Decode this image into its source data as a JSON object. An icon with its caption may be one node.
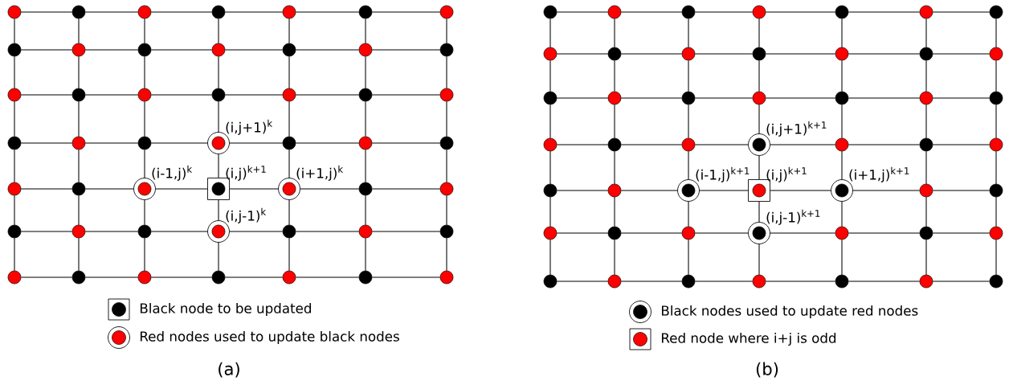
{
  "diagram": {
    "nodes": [
      {
        "text": [],
        "shape": "circle"
      },
      {
        "text": [],
        "shape": "circle"
      },
      {
        "text": [],
        "shape": "circle"
      },
      {
        "text": [],
        "shape": "circle"
      },
      {
        "text": [],
        "shape": "circle"
      },
      {
        "text": [],
        "shape": "circle"
      },
      {
        "text": [],
        "shape": "circle"
      },
      {
        "text": [],
        "shape": "circle"
      },
      {
        "text": [],
        "shape": "circle"
      },
      {
        "text": [],
        "shape": "circle"
      },
      {
        "text": [],
        "shape": "circle"
      },
      {
        "text": [],
        "shape": "circle"
      },
      {
        "text": [],
        "shape": "circle"
      },
      {
        "text": [],
        "shape": "circle"
      },
      {
        "text": [],
        "shape": "circle"
      },
      {
        "text": [],
        "shape": "circle"
      },
      {
        "text": [],
        "shape": "circle"
      },
      {
        "text": [],
        "shape": "circle"
      },
      {
        "text": [],
        "shape": "circle"
      },
      {
        "text": [],
        "shape": "circle"
      },
      {
        "text": [],
        "shape": "circle"
      },
      {
        "text": [],
        "shape": "circle"
      },
      {
        "text": [],
        "shape": "circle"
      },
      {
        "text": [],
        "shape": "circle"
      },
      {
        "text": [],
        "shape": "circle",
        "beside": [
          "(i,j+1)$^{k}$"
        ]
      },
      {
        "text": [],
        "shape": "circle"
      },
      {
        "text": [],
        "shape": "circle"
      },
      {
        "text": [],
        "shape": "circle"
      },
      {
        "text": [],
        "shape": "circle"
      },
      {
        "text": [],
        "shape": "circle"
      },
      {
        "text": [],
        "shape": "circle",
        "beside": [
          "(i-1,j)$^{k}$"
        ]
      },
      {
        "text": [],
        "shape": "box",
        "beside": [
          "(i,j)$^{k+1}$"
        ]
      },
      {
        "text": [],
        "shape": "circle",
        "beside": [
          "(i+1,j)$^{k}$"
        ]
      },
      {
        "text": [],
        "shape": "circle"
      },
      {
        "text": [],
        "shape": "circle"
      },
      {
        "text": [],
        "shape": "circle"
      },
      {
        "text": [],
        "shape": "circle"
      },
      {
        "text": [],
        "shape": "circle"
      },
      {
        "text": [],
        "shape": "circle",
        "beside": [
          "(i,j-1)$^{k}$"
        ]
      },
      {
        "text": [],
        "shape": "circle"
      },
      {
        "text": [],
        "shape": "circle"
      },
      {
        "text": [],
        "shape": "circle"
      },
      {
        "text": [],
        "shape": "circle"
      },
      {
        "text": [],
        "shape": "circle"
      },
      {
        "text": [],
        "shape": "circle"
      },
      {
        "text": [],
        "shape": "circle"
      },
      {
        "text": [],
        "shape": "circle"
      },
      {
        "text": [],
        "shape": "circle"
      },
      {
        "text": [],
        "shape": "circle"
      },
      {
        "text": [],
        "shape": "circle"
      },
      {
        "text": [],
        "shape": "circle"
      },
      {
        "text": [],
        "shape": "circle"
      },
      {
        "text": [],
        "shape": "circle"
      },
      {
        "text": [],
        "shape": "circle"
      },
      {
        "text": [],
        "shape": "circle"
      },
      {
        "text": [],
        "shape": "circle"
      },
      {
        "text": [],
        "shape": "circle"
      },
      {
        "text": [],
        "shape": "circle"
      },
      {
        "text": [],
        "shape": "circle"
      },
      {
        "text": [],
        "shape": "circle"
      },
      {
        "text": [],
        "shape": "circle"
      },
      {
        "text": [],
        "shape": "circle"
      },
      {
        "text": [],
        "shape": "circle"
      },
      {
        "text": [],
        "shape": "circle"
      },
      {
        "text": [],
        "shape": "circle"
      },
      {
        "text": [],
        "shape": "circle"
      },
      {
        "text": [],
        "shape": "circle"
      },
      {
        "text": [],
        "shape": "circle"
      },
      {
        "text": [],
        "shape": "circle"
      },
      {
        "text": [],
        "shape": "circle"
      },
      {
        "text": [],
        "shape": "circle"
      },
      {
        "text": [],
        "shape": "circle"
      },
      {
        "text": [],
        "shape": "circle"
      },
      {
        "text": [],
        "shape": "circle",
        "beside": [
          "(i,j+1)$^{k+1}$"
        ]
      },
      {
        "text": [],
        "shape": "circle"
      },
      {
        "text": [],
        "shape": "circle"
      },
      {
        "text": [],
        "shape": "circle"
      },
      {
        "text": [],
        "shape": "circle"
      },
      {
        "text": [],
        "shape": "circle"
      },
      {
        "text": [],
        "shape": "circle",
        "beside": [
          "(i-1,j)$^{k+1}$"
        ]
      },
      {
        "text": [],
        "shape": "box",
        "beside": [
          "(i,j)$^{k+1}$"
        ]
      },
      {
        "text": [],
        "shape": "circle",
        "beside": [
          "(i+1,j)$^{k+1}$"
        ]
      },
      {
        "text": [],
        "shape": "circle"
      },
      {
        "text": [],
        "shape": "circle"
      },
      {
        "text": [],
        "shape": "circle"
      },
      {
        "text": [],
        "shape": "circle"
      },
      {
        "text": [],
        "shape": "circle"
      },
      {
        "text": [],
        "shape": "circle",
        "beside": [
          "(i,j-1)$^{k+1}$"
        ]
      },
      {
        "text": [],
        "shape": "circle"
      },
      {
        "text": [],
        "shape": "circle"
      },
      {
        "text": [],
        "shape": "circle"
      },
      {
        "text": [],
        "shape": "circle"
      },
      {
        "text": [],
        "shape": "circle"
      },
      {
        "text": [],
        "shape": "circle"
      },
      {
        "text": [],
        "shape": "circle"
      },
      {
        "text": [],
        "shape": "circle"
      },
      {
        "text": [],
        "shape": "circle"
      },
      {
        "text": [],
        "shape": "circle"
      }
    ],
    "edges": [
      {
        "from": 0,
        "to": 1,
        "arrow": "none"
      },
      {
        "from": 1,
        "to": 2,
        "arrow": "none"
      },
      {
        "from": 2,
        "to": 3,
        "arrow": "none"
      },
      {
        "from": 3,
        "to": 4,
        "arrow": "none"
      },
      {
        "from": 4,
        "to": 5,
        "arrow": "none"
      },
      {
        "from": 5,
        "to": 6,
        "arrow": "none"
      },
      {
        "from": 7,
        "to": 8,
        "arrow": "none"
      },
      {
        "from": 8,
        "to": 9,
        "arrow": "none"
      },
      {
        "from": 9,
        "to": 10,
        "arrow": "none"
      },
      {
        "from": 10,
        "to": 11,
        "arrow": "none"
      },
      {
        "from": 11,
        "to": 12,
        "arrow": "none"
      },
      {
        "from": 12,
        "to": 13,
        "arrow": "none"
      },
      {
        "from": 14,
        "to": 15,
        "arrow": "none"
      },
      {
        "from": 15,
        "to": 16,
        "arrow": "none"
      },
      {
        "from": 16,
        "to": 17,
        "arrow": "none"
      },
      {
        "from": 17,
        "to": 18,
        "arrow": "none"
      },
      {
        "from": 18,
        "to": 19,
        "arrow": "none"
      },
      {
        "from": 19,
        "to": 20,
        "arrow": "none"
      },
      {
        "from": 21,
        "to": 22,
        "arrow": "none"
      },
      {
        "from": 22,
        "to": 23,
        "arrow": "none"
      },
      {
        "from": 23,
        "to": 24,
        "arrow": "none"
      },
      {
        "from": 24,
        "to": 25,
        "arrow": "none"
      },
      {
        "from": 25,
        "to": 26,
        "arrow": "none"
      },
      {
        "from": 26,
        "to": 27,
        "arrow": "none"
      },
      {
        "from": 28,
        "to": 29,
        "arrow": "none"
      },
      {
        "from": 29,
        "to": 30,
        "arrow": "none"
      },
      {
        "from": 30,
        "to": 31,
        "arrow": "none"
      },
      {
        "from": 31,
        "to": 32,
        "arrow": "none"
      },
      {
        "from": 32,
        "to": 33,
        "arrow": "none"
      },
      {
        "from": 33,
        "to": 34,
        "arrow": "none"
      },
      {
        "from": 35,
        "to": 36,
        "arrow": "none"
      },
      {
        "from": 36,
        "to": 37,
        "arrow": "none"
      },
      {
        "from": 37,
        "to": 38,
        "arrow": "none"
      },
      {
        "from": 38,
        "to": 39,
        "arrow": "none"
      },
      {
        "from": 39,
        "to": 40,
        "arrow": "none"
      },
      {
        "from": 40,
        "to": 41,
        "arrow": "none"
      },
      {
        "from": 42,
        "to": 43,
        "arrow": "none"
      },
      {
        "from": 43,
        "to": 44,
        "arrow": "none"
      },
      {
        "from": 44,
        "to": 45,
        "arrow": "none"
      },
      {
        "from": 45,
        "to": 46,
        "arrow": "none"
      },
      {
        "from": 46,
        "to": 47,
        "arrow": "none"
      },
      {
        "from": 47,
        "to": 48,
        "arrow": "none"
      },
      {
        "from": 0,
        "to": 7,
        "arrow": "none"
      },
      {
        "from": 1,
        "to": 8,
        "arrow": "none"
      },
      {
        "from": 2,
        "to": 9,
        "arrow": "none"
      },
      {
        "from": 3,
        "to": 10,
        "arrow": "none"
      },
      {
        "from": 4,
        "to": 11,
        "arrow": "none"
      },
      {
        "from": 5,
        "to": 12,
        "arrow": "none"
      },
      {
        "from": 6,
        "to": 13,
        "arrow": "none"
      },
      {
        "from": 7,
        "to": 14,
        "arrow": "none"
      },
      {
        "from": 8,
        "to": 15,
        "arrow": "none"
      },
      {
        "from": 9,
        "to": 16,
        "arrow": "none"
      },
      {
        "from": 10,
        "to": 17,
        "arrow": "none"
      },
      {
        "from": 11,
        "to": 18,
        "arrow": "none"
      },
      {
        "from": 12,
        "to": 19,
        "arrow": "none"
      },
      {
        "from": 13,
        "to": 20,
        "arrow": "none"
      },
      {
        "from": 14,
        "to": 21,
        "arrow": "none"
      },
      {
        "from": 15,
        "to": 22,
        "arrow": "none"
      },
      {
        "from": 16,
        "to": 23,
        "arrow": "none"
      },
      {
        "from": 17,
        "to": 24,
        "arrow": "none"
      },
      {
        "from": 18,
        "to": 25,
        "arrow": "none"
      },
      {
        "from": 19,
        "to": 26,
        "arrow": "none"
      },
      {
        "from": 20,
        "to": 27,
        "arrow": "none"
      },
      {
        "from": 21,
        "to": 28,
        "arrow": "none"
      },
      {
        "from": 22,
        "to": 29,
        "arrow": "none"
      },
      {
        "from": 23,
        "to": 30,
        "arrow": "none"
      },
      {
        "from": 24,
        "to": 31,
        "arrow": "none"
      },
      {
        "from": 25,
        "to": 32,
        "arrow": "none"
      },
      {
        "from": 26,
        "to": 33,
        "arrow": "none"
      },
      {
        "from": 27,
        "to": 34,
        "arrow": "none"
      },
      {
        "from": 28,
        "to": 35,
        "arrow": "none"
      },
      {
        "from": 29,
        "to": 36,
        "arrow": "none"
      },
      {
        "from": 30,
        "to": 37,
        "arrow": "none"
      },
      {
        "from": 31,
        "to": 38,
        "arrow": "none"
      },
      {
        "from": 32,
        "to": 39,
        "arrow": "none"
      },
      {
        "from": 33,
        "to": 40,
        "arrow": "none"
      },
      {
        "from": 34,
        "to": 41,
        "arrow": "none"
      },
      {
        "from": 35,
        "to": 42,
        "arrow": "none"
      },
      {
        "from": 36,
        "to": 43,
        "arrow": "none"
      },
      {
        "from": 37,
        "to": 44,
        "arrow": "none"
      },
      {
        "from": 38,
        "to": 45,
        "arrow": "none"
      },
      {
        "from": 39,
        "to": 46,
        "arrow": "none"
      },
      {
        "from": 40,
        "to": 47,
        "arrow": "none"
      },
      {
        "from": 41,
        "to": 48,
        "arrow": "none"
      },
      {
        "from": 49,
        "to": 50,
        "arrow": "none"
      },
      {
        "from": 50,
        "to": 51,
        "arrow": "none"
      },
      {
        "from": 51,
        "to": 52,
        "arrow": "none"
      },
      {
        "from": 52,
        "to": 53,
        "arrow": "none"
      },
      {
        "from": 53,
        "to": 54,
        "arrow": "none"
      },
      {
        "from": 54,
        "to": 55,
        "arrow": "none"
      },
      {
        "from": 56,
        "to": 57,
        "arrow": "none"
      },
      {
        "from": 57,
        "to": 58,
        "arrow": "none"
      },
      {
        "from": 58,
        "to": 59,
        "arrow": "none"
      },
      {
        "from": 59,
        "to": 60,
        "arrow": "none"
      },
      {
        "from": 60,
        "to": 61,
        "arrow": "none"
      },
      {
        "from": 61,
        "to": 62,
        "arrow": "none"
      },
      {
        "from": 63,
        "to": 64,
        "arrow": "none"
      },
      {
        "from": 64,
        "to": 65,
        "arrow": "none"
      },
      {
        "from": 65,
        "to": 66,
        "arrow": "none"
      },
      {
        "from": 66,
        "to": 67,
        "arrow": "none"
      },
      {
        "from": 67,
        "to": 68,
        "arrow": "none"
      },
      {
        "from": 68,
        "to": 69,
        "arrow": "none"
      },
      {
        "from": 70,
        "to": 71,
        "arrow": "none"
      },
      {
        "from": 71,
        "to": 72,
        "arrow": "none"
      },
      {
        "from": 72,
        "to": 73,
        "arrow": "none"
      },
      {
        "from": 73,
        "to": 74,
        "arrow": "none"
      },
      {
        "from": 74,
        "to": 75,
        "arrow": "none"
      },
      {
        "from": 75,
        "to": 76,
        "arrow": "none"
      },
      {
        "from": 77,
        "to": 78,
        "arrow": "none"
      },
      {
        "from": 78,
        "to": 79,
        "arrow": "none"
      },
      {
        "from": 79,
        "to": 80,
        "arrow": "none"
      },
      {
        "from": 80,
        "to": 81,
        "arrow": "none"
      },
      {
        "from": 81,
        "to": 82,
        "arrow": "none"
      },
      {
        "from": 82,
        "to": 83,
        "arrow": "none"
      },
      {
        "from": 84,
        "to": 85,
        "arrow": "none"
      },
      {
        "from": 85,
        "to": 86,
        "arrow": "none"
      },
      {
        "from": 86,
        "to": 87,
        "arrow": "none"
      },
      {
        "from": 87,
        "to": 88,
        "arrow": "none"
      },
      {
        "from": 88,
        "to": 89,
        "arrow": "none"
      },
      {
        "from": 89,
        "to": 90,
        "arrow": "none"
      },
      {
        "from": 91,
        "to": 92,
        "arrow": "none"
      },
      {
        "from": 92,
        "to": 93,
        "arrow": "none"
      },
      {
        "from": 93,
        "to": 94,
        "arrow": "none"
      },
      {
        "from": 94,
        "to": 95,
        "arrow": "none"
      },
      {
        "from": 95,
        "to": 96,
        "arrow": "none"
      },
      {
        "from": 96,
        "to": 97,
        "arrow": "none"
      },
      {
        "from": 49,
        "to": 56,
        "arrow": "none"
      },
      {
        "from": 50,
        "to": 57,
        "arrow": "none"
      },
      {
        "from": 51,
        "to": 58,
        "arrow": "none"
      },
      {
        "from": 52,
        "to": 59,
        "arrow": "none"
      },
      {
        "from": 53,
        "to": 60,
        "arrow": "none"
      },
      {
        "from": 54,
        "to": 61,
        "arrow": "none"
      },
      {
        "from": 55,
        "to": 62,
        "arrow": "none"
      },
      {
        "from": 56,
        "to": 63,
        "arrow": "none"
      },
      {
        "from": 57,
        "to": 64,
        "arrow": "none"
      },
      {
        "from": 58,
        "to": 65,
        "arrow": "none"
      },
      {
        "from": 59,
        "to": 66,
        "arrow": "none"
      },
      {
        "from": 60,
        "to": 67,
        "arrow": "none"
      },
      {
        "from": 61,
        "to": 68,
        "arrow": "none"
      },
      {
        "from": 62,
        "to": 69,
        "arrow": "none"
      },
      {
        "from": 63,
        "to": 70,
        "arrow": "none"
      },
      {
        "from": 64,
        "to": 71,
        "arrow": "none"
      },
      {
        "from": 65,
        "to": 72,
        "arrow": "none"
      },
      {
        "from": 66,
        "to": 73,
        "arrow": "none"
      },
      {
        "from": 67,
        "to": 74,
        "arrow": "none"
      },
      {
        "from": 68,
        "to": 75,
        "arrow": "none"
      },
      {
        "from": 69,
        "to": 76,
        "arrow": "none"
      },
      {
        "from": 70,
        "to": 77,
        "arrow": "none"
      },
      {
        "from": 71,
        "to": 78,
        "arrow": "none"
      },
      {
        "from": 72,
        "to": 79,
        "arrow": "none"
      },
      {
        "from": 73,
        "to": 80,
        "arrow": "none"
      },
      {
        "from": 74,
        "to": 81,
        "arrow": "none"
      },
      {
        "from": 75,
        "to": 82,
        "arrow": "none"
      },
      {
        "from": 76,
        "to": 83,
        "arrow": "none"
      },
      {
        "from": 77,
        "to": 84,
        "arrow": "none"
      },
      {
        "from": 78,
        "to": 85,
        "arrow": "none"
      },
      {
        "from": 79,
        "to": 86,
        "arrow": "none"
      },
      {
        "from": 80,
        "to": 87,
        "arrow": "none"
      },
      {
        "from": 81,
        "to": 88,
        "arrow": "none"
      },
      {
        "from": 82,
        "to": 89,
        "arrow": "none"
      },
      {
        "from": 83,
        "to": 90,
        "arrow": "none"
      },
      {
        "from": 84,
        "to": 91,
        "arrow": "none"
      },
      {
        "from": 85,
        "to": 92,
        "arrow": "none"
      },
      {
        "from": 86,
        "to": 93,
        "arrow": "none"
      },
      {
        "from": 87,
        "to": 94,
        "arrow": "none"
      },
      {
        "from": 88,
        "to": 95,
        "arrow": "none"
      },
      {
        "from": 89,
        "to": 96,
        "arrow": "none"
      },
      {
        "from": 90,
        "to": 97,
        "arrow": "none"
      }
    ],
    "labels": [
      "(a)",
      "(b)"
    ],
    "legend": [
      {
        "text": "Black node to be updated"
      },
      {
        "text": "Red nodes used to update black nodes"
      },
      {
        "text": "Black nodes used to update red nodes"
      },
      {
        "text": "Red node where i+j is odd"
      }
    ]
  }
}
